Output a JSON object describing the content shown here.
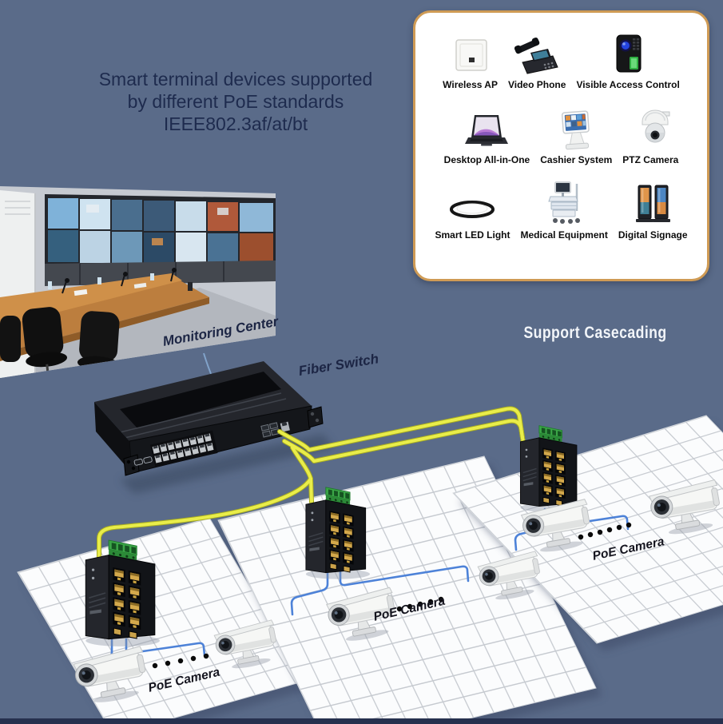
{
  "colors": {
    "background": "#5a6b89",
    "bottom_bar": "#26304e",
    "device_panel_border": "#cf9b55",
    "fiber_cable_yellow": "#e9ed4a",
    "ethernet_cable_blue": "#4d82d8",
    "title_text": "#1e2b4e",
    "support_text": "#f2f5f9",
    "poe_switch_terminal_green": "#3ba647",
    "grid_panel_white": "#fbfcfd"
  },
  "title": {
    "lines": [
      "Smart terminal devices supported",
      "by different PoE standards",
      "IEEE802.3af/at/bt"
    ]
  },
  "device_panel": {
    "items": [
      {
        "label": "Wireless AP",
        "icon": "wireless-ap-icon"
      },
      {
        "label": "Video Phone",
        "icon": "video-phone-icon"
      },
      {
        "label": "Visible Access Control",
        "icon": "access-control-icon"
      },
      {
        "label": "Desktop All-in-One",
        "icon": "desktop-all-in-one-icon"
      },
      {
        "label": "Cashier System",
        "icon": "cashier-system-icon"
      },
      {
        "label": "PTZ Camera",
        "icon": "ptz-camera-icon"
      },
      {
        "label": "Smart LED Light",
        "icon": "smart-led-light-icon"
      },
      {
        "label": "Medical Equipment",
        "icon": "medical-equipment-icon"
      },
      {
        "label": "Digital Signage",
        "icon": "digital-signage-icon"
      }
    ]
  },
  "labels": {
    "monitoring_center": "Monitoring Center",
    "fiber_switch": "Fiber Switch",
    "support_cascading": "Support Casecading",
    "poe_camera": "PoE Camera"
  },
  "diagram": {
    "fiber_switch_rj45_ports": 16,
    "poe_switch_ports_each": 8,
    "poe_switch_count": 3,
    "cameras_shown_per_switch": 2
  }
}
